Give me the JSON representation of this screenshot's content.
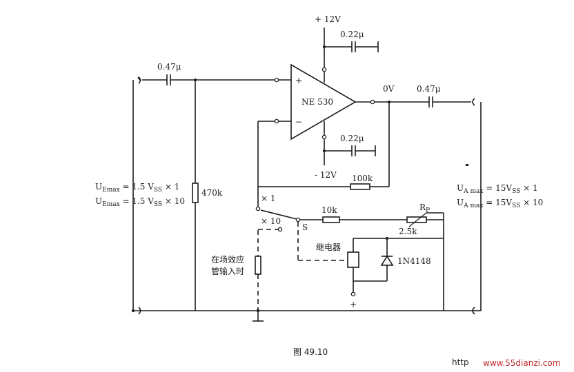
{
  "supply": {
    "vpos": "+ 12V",
    "vneg": "- 12V"
  },
  "opamp": {
    "label": "NE 530",
    "plus": "+",
    "minus": "−"
  },
  "components": {
    "c_top": "0.22μ",
    "c_bottom": "0.22μ",
    "c_in": "0.47μ",
    "c_out": "0.47μ",
    "r_in": "470k",
    "r_fb": "100k",
    "r_gain": "10k",
    "rp_name": "R",
    "rp_sub": "P",
    "rp_value": "2.5k",
    "relay": "继电器",
    "diode": "1N4148",
    "switch": "S",
    "out_node": "0V"
  },
  "switch_positions": {
    "x1": "× 1",
    "x10": "× 10"
  },
  "plus_terminal": "+",
  "fet_note": {
    "line1": "在场效应",
    "line2": "管输入时"
  },
  "input_spec": {
    "line1_pre": "U",
    "line1_sub": "Emax",
    "line1_post": " = 1.5 V",
    "line1_sub2": "SS",
    "line1_tail": " × 1",
    "line2_pre": "U",
    "line2_sub": "Emax",
    "line2_post": " = 1.5 V",
    "line2_sub2": "SS",
    "line2_tail": " × 10"
  },
  "output_spec": {
    "line1_pre": "U",
    "line1_sub": "A max",
    "line1_post": " = 15V",
    "line1_sub2": "SS",
    "line1_tail": " × 1",
    "line2_pre": "U",
    "line2_sub": "A max",
    "line2_post": " = 15V",
    "line2_sub2": "SS",
    "line2_tail": " × 10"
  },
  "caption": "图 49.10",
  "watermark": {
    "left": "http",
    "right": "www.55dianzi.com"
  }
}
